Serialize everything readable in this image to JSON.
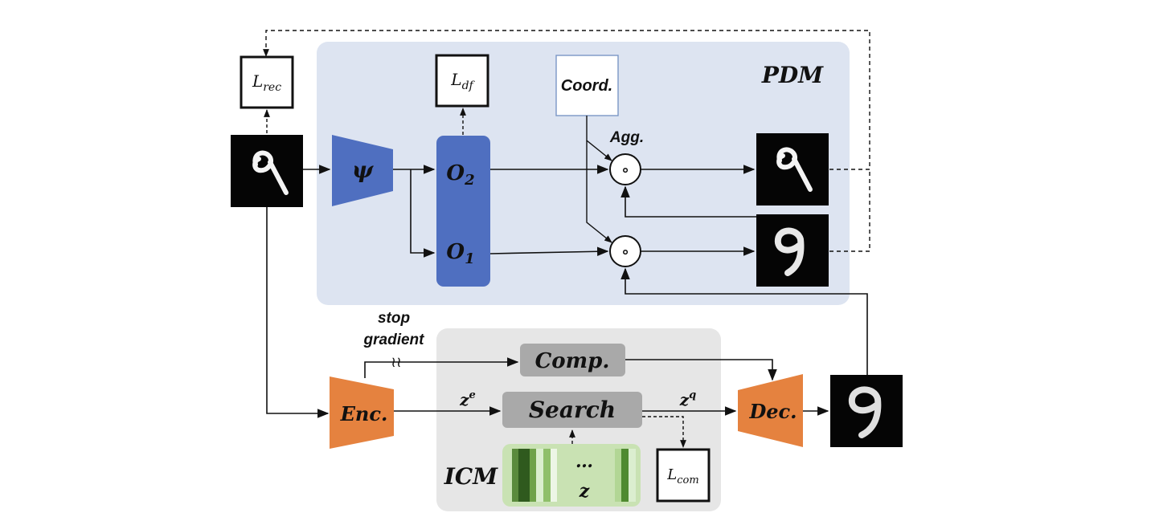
{
  "modules": {
    "pdm": "PDM",
    "icm": "ICM"
  },
  "losses": {
    "rec": {
      "main": "L",
      "sub": "rec"
    },
    "df": {
      "main": "L",
      "sub": "df"
    },
    "com": {
      "main": "L",
      "sub": "com"
    }
  },
  "nodes": {
    "psi": "ψ",
    "o2": {
      "main": "O",
      "sub": "2"
    },
    "o1": {
      "main": "O",
      "sub": "1"
    },
    "coord": "Coord.",
    "agg": "Agg.",
    "enc": "Enc.",
    "dec": "Dec.",
    "comp": "Comp.",
    "search": "Search",
    "ze": {
      "main": "z",
      "sup": "e"
    },
    "zq": {
      "main": "z",
      "sup": "q"
    },
    "codebook_dots": "…",
    "codebook_var": "z",
    "stop_gradient_1": "stop",
    "stop_gradient_2": "gradient",
    "aggregate_symbol": "∘"
  },
  "colors": {
    "pdm_bg": "#dde4f1",
    "icm_bg": "#e6e6e6",
    "blue": "#4f6fc0",
    "orange": "#e5823f",
    "gray_box": "#a9a9a9",
    "codebook_bg": "#c9e2b3"
  }
}
